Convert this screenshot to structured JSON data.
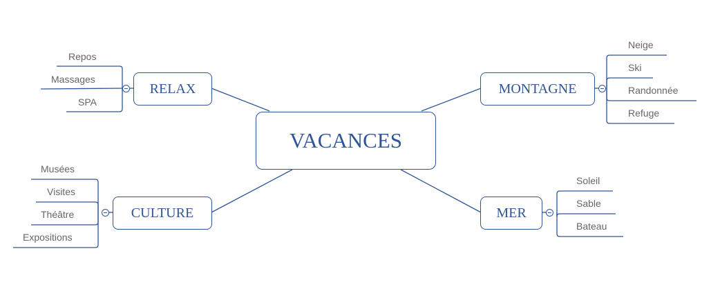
{
  "central": {
    "label": "VACANCES"
  },
  "branches": [
    {
      "id": "relax",
      "label": "RELAX",
      "children": [
        "Repos",
        "Massages",
        "SPA"
      ]
    },
    {
      "id": "montagne",
      "label": "MONTAGNE",
      "children": [
        "Neige",
        "Ski",
        "Randonnée",
        "Refuge"
      ]
    },
    {
      "id": "culture",
      "label": "CULTURE",
      "children": [
        "Musées",
        "Visites",
        "Théâtre",
        "Expositions"
      ]
    },
    {
      "id": "mer",
      "label": "MER",
      "children": [
        "Soleil",
        "Sable",
        "Bateau"
      ]
    }
  ],
  "colors": {
    "line": "#2f5597",
    "text_main": "#2f5597",
    "text_leaf": "#666666",
    "background": "#ffffff"
  },
  "icons": {
    "collapse": "minus-circle-icon"
  }
}
